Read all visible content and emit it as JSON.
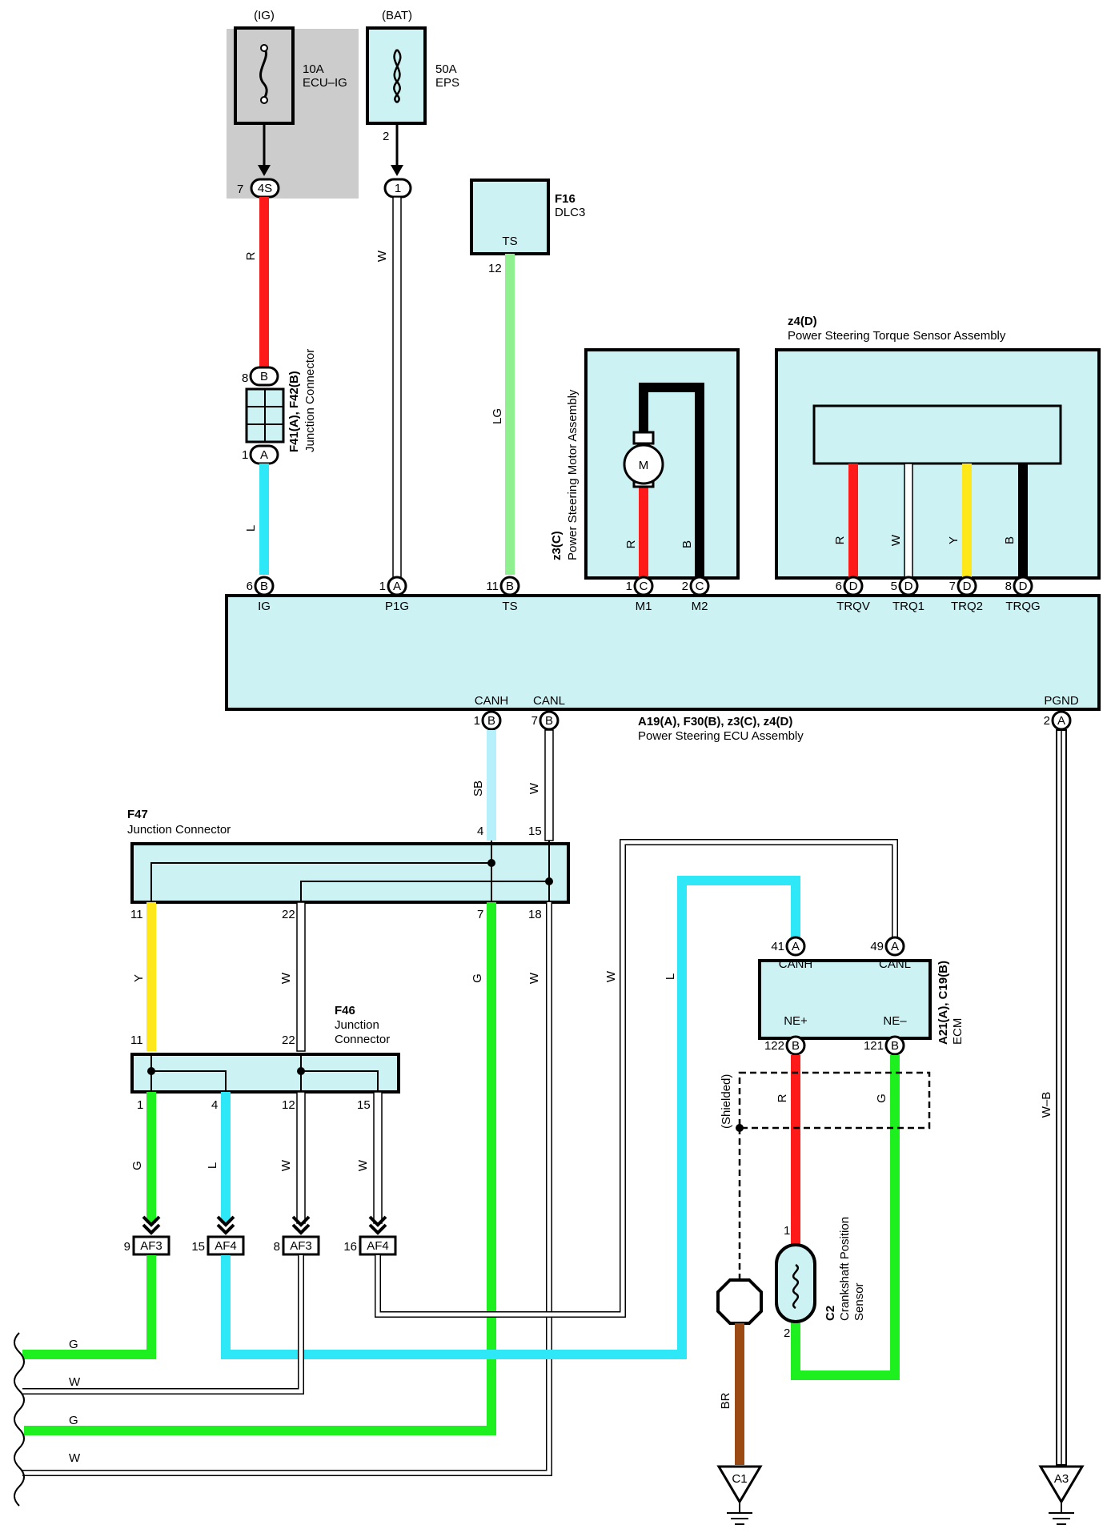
{
  "fuses": {
    "ig": {
      "supply": "(IG)",
      "rating": "10A",
      "name": "ECU–IG",
      "pin": "7",
      "conn": "4S"
    },
    "bat": {
      "supply": "(BAT)",
      "rating": "50A",
      "name": "EPS",
      "pin": "2",
      "conn": "1"
    }
  },
  "dlc3": {
    "id": "F16",
    "name": "DLC3",
    "term": "TS",
    "pin": "12"
  },
  "junction_f41": {
    "id": "F41(A), F42(B)",
    "name": "Junction Connector",
    "top_pin": "8",
    "top_conn": "B",
    "bot_pin": "1",
    "bot_conn": "A"
  },
  "motor": {
    "id": "z3(C)",
    "name": "Power Steering Motor Assembly",
    "symbol": "M"
  },
  "torque_sensor": {
    "id": "z4(D)",
    "name": "Power Steering Torque Sensor Assembly"
  },
  "ecu": {
    "id": "A19(A), F30(B), z3(C), z4(D)",
    "name": "Power Steering ECU Assembly",
    "top_terms": [
      {
        "pin": "6",
        "conn": "B",
        "label": "IG"
      },
      {
        "pin": "1",
        "conn": "A",
        "label": "P1G"
      },
      {
        "pin": "11",
        "conn": "B",
        "label": "TS"
      },
      {
        "pin": "1",
        "conn": "C",
        "label": "M1"
      },
      {
        "pin": "2",
        "conn": "C",
        "label": "M2"
      },
      {
        "pin": "6",
        "conn": "D",
        "label": "TRQV"
      },
      {
        "pin": "5",
        "conn": "D",
        "label": "TRQ1"
      },
      {
        "pin": "7",
        "conn": "D",
        "label": "TRQ2"
      },
      {
        "pin": "8",
        "conn": "D",
        "label": "TRQG"
      }
    ],
    "bottom_terms": [
      {
        "pin": "1",
        "conn": "B",
        "label": "CANH"
      },
      {
        "pin": "7",
        "conn": "B",
        "label": "CANL"
      },
      {
        "pin": "2",
        "conn": "A",
        "label": "PGND"
      }
    ]
  },
  "f47": {
    "id": "F47",
    "name": "Junction Connector",
    "pins": [
      "4",
      "15",
      "11",
      "22",
      "7",
      "18"
    ]
  },
  "f46": {
    "id": "F46",
    "name": "Junction Connector",
    "pins": [
      "11",
      "22",
      "1",
      "4",
      "12",
      "15"
    ]
  },
  "ecm": {
    "id": "A21(A), C19(B)",
    "name": "ECM",
    "terms": [
      {
        "pin": "41",
        "conn": "A",
        "label": "CANH"
      },
      {
        "pin": "49",
        "conn": "A",
        "label": "CANL"
      },
      {
        "pin": "122",
        "conn": "B",
        "label": "NE+"
      },
      {
        "pin": "121",
        "conn": "B",
        "label": "NE–"
      }
    ]
  },
  "crank_sensor": {
    "id": "C2",
    "name": "Crankshaft Position Sensor",
    "pin_top": "1",
    "pin_bot": "2",
    "shield_label": "(Shielded)"
  },
  "connectors": [
    {
      "pin": "9",
      "name": "AF3"
    },
    {
      "pin": "15",
      "name": "AF4"
    },
    {
      "pin": "8",
      "name": "AF3"
    },
    {
      "pin": "16",
      "name": "AF4"
    }
  ],
  "grounds": [
    {
      "name": "C1"
    },
    {
      "name": "A3"
    }
  ],
  "wire_labels": {
    "r_ig": "R",
    "w_p1g": "W",
    "lg_ts": "LG",
    "l_ig": "L",
    "r_m1": "R",
    "b_m2": "B",
    "r_trqv": "R",
    "w_trq1": "W",
    "y_trq2": "Y",
    "b_trqg": "B",
    "sb_canh": "SB",
    "w_canl": "W",
    "y_11": "Y",
    "w_22": "W",
    "g_7": "G",
    "w_18": "W",
    "w_ecm": "W",
    "l_ecm": "L",
    "g_1": "G",
    "l_4": "L",
    "w_12": "W",
    "w_15": "W",
    "r_ne": "R",
    "g_ne": "G",
    "br": "BR",
    "wb": "W–B",
    "left_g1": "G",
    "left_w1": "W",
    "left_g2": "G",
    "left_w2": "W"
  },
  "colors": {
    "red": "#ff1a1a",
    "white": "#ffffff",
    "lightgreen": "#8ef08e",
    "cyan": "#2ee8f8",
    "skyblue": "#b5f0fb",
    "yellow": "#ffe81a",
    "green": "#1eef1e",
    "black": "#000000",
    "brown": "#9a4a12",
    "fill": "#cdf2f4",
    "fuseshade": "#cccccc"
  }
}
